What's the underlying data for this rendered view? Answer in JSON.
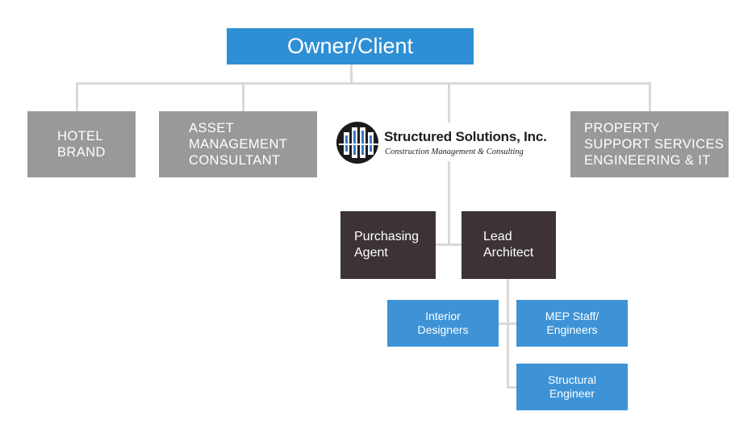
{
  "colors": {
    "owner": "#2f8fd4",
    "gray": "#999999",
    "dark": "#3d3337",
    "blue": "#3d93d6",
    "line": "#d9d9d9"
  },
  "owner": {
    "label": "Owner/Client"
  },
  "top_row": [
    {
      "label": "HOTEL\nBRAND"
    },
    {
      "label": "ASSET\nMANAGEMENT\nCONSULTANT"
    },
    {
      "label": "PROPERTY\nSUPPORT SERVICES\nENGINEERING & IT"
    }
  ],
  "logo": {
    "name": "Structured Solutions, Inc.",
    "tagline": "Construction Management & Consulting"
  },
  "middle_row": [
    {
      "label": "Purchasing\nAgent"
    },
    {
      "label": "Lead\nArchitect"
    }
  ],
  "bottom": [
    {
      "label": "Interior\nDesigners"
    },
    {
      "label": "MEP Staff/\nEngineers"
    },
    {
      "label": "Structural\nEngineer"
    }
  ]
}
